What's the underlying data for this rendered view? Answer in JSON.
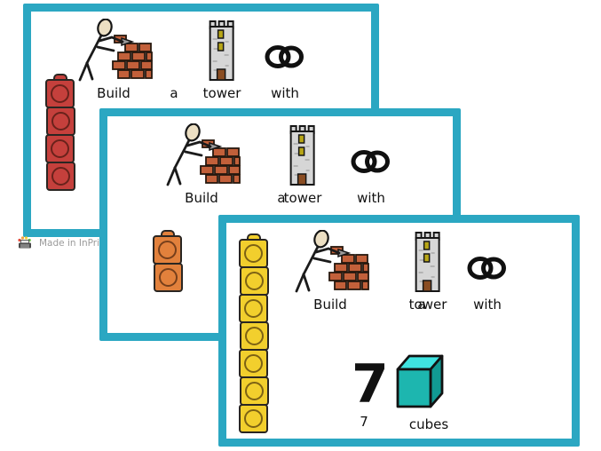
{
  "page": {
    "background": "#ffffff",
    "card_border_color": "#2ba7c2"
  },
  "watermark": {
    "label": "Made in InPrint",
    "icon": "printer-logo-icon"
  },
  "shared_phrase": "Build a tower with",
  "cards": [
    {
      "id": "red-card",
      "words": [
        "Build",
        "a",
        "tower",
        "with"
      ],
      "icons": [
        "builder-icon",
        "tower-icon",
        "linked-rings-icon"
      ],
      "stack": {
        "color_name": "red",
        "fill": "#c5403c",
        "count": 4
      }
    },
    {
      "id": "orange-card",
      "words": [
        "Build",
        "a",
        "tower",
        "with"
      ],
      "icons": [
        "builder-icon",
        "tower-icon",
        "linked-rings-icon"
      ],
      "stack": {
        "color_name": "orange",
        "fill": "#e2813c",
        "count": 2
      }
    },
    {
      "id": "yellow-card",
      "words": [
        "Build",
        "a",
        "tower",
        "with"
      ],
      "icons": [
        "builder-icon",
        "tower-icon",
        "linked-rings-icon"
      ],
      "stack": {
        "color_name": "yellow",
        "fill": "#f2cf2d",
        "count": 7
      },
      "quantity": {
        "numeral": "7",
        "numeral_word": "7",
        "unit_word": "cubes",
        "cube_icon": "teal-cube-icon",
        "cube_colors": {
          "top": "#3fe3e0",
          "front": "#1db6af",
          "side": "#119a93"
        }
      }
    }
  ]
}
